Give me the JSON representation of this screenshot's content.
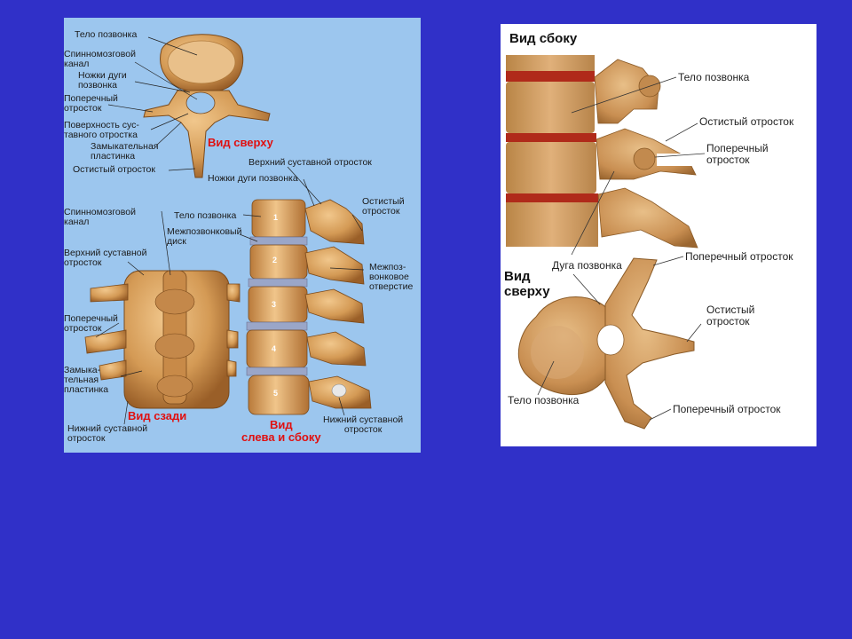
{
  "left": {
    "labels": {
      "vertebral_body_top": "Тело позвонка",
      "spinal_canal_top": "Спинномозговой\nканал",
      "arch_pedicles_top": "Ножки дуги\nпозвонка",
      "transverse_top": "Поперечный\nотросток",
      "articular_surface": "Поверхность сус-\nтавного отростка",
      "lamina_top": "Замыкательная\nпластинка",
      "spinous_top": "Остистый отросток",
      "superior_articular_side": "Верхний суставной отросток",
      "arch_pedicles_side": "Ножки дуги позвонка",
      "spinous_side": "Остистый\nотросток",
      "spinal_canal_back": "Спинномозговой\nканал",
      "vertebral_body_side": "Тело позвонка",
      "intervertebral_disc": "Межпозвонковый\nдиск",
      "superior_articular_back": "Верхний суставной\nотросток",
      "intervertebral_foramen": "Межпоз-\nвонковое\nотверстие",
      "transverse_back": "Поперечный\nотросток",
      "lamina_back": "Замыка-\nтельная\nпластинка",
      "inferior_articular_back": "Нижний суставной\nотросток",
      "inferior_articular_side": "Нижний суставной\nотросток"
    },
    "views": {
      "top": "Вид сверху",
      "back": "Вид сзади",
      "left_side": "Вид\nслева и сбоку"
    },
    "vertebra_numbers": [
      "1",
      "2",
      "3",
      "4",
      "5"
    ]
  },
  "right": {
    "titles": {
      "side": "Вид сбоку",
      "top": "Вид\nсверху"
    },
    "labels": {
      "body_side": "Тело позвонка",
      "spinous_side": "Остистый отросток",
      "transverse_side": "Поперечный\nотросток",
      "arch": "Дуга позвонка",
      "transverse_top_upper": "Поперечный отросток",
      "spinous_top": "Остистый\nотросток",
      "body_top": "Тело позвонка",
      "transverse_top_lower": "Поперечный отросток"
    }
  },
  "colors": {
    "background": "#3030c8",
    "left_panel": "#9cc6ee",
    "right_panel": "#ffffff",
    "bone": "#d9a25e",
    "bone_dark": "#a8692d",
    "disc": "#9aa6c8",
    "view_label": "#e01010"
  }
}
